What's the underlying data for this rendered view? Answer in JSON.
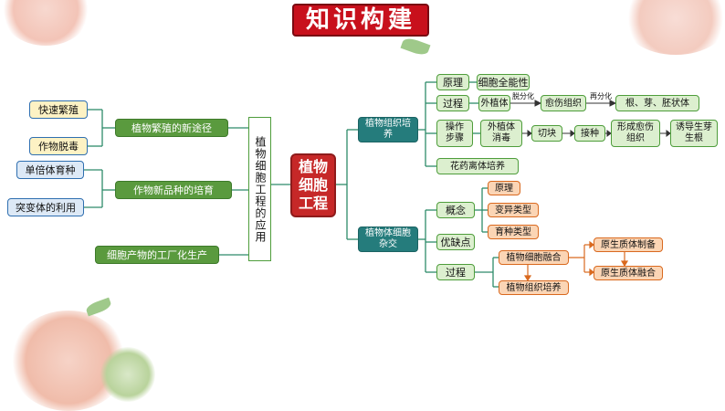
{
  "title": "知识构建",
  "center": "植物细胞工程",
  "app_vertical": "植物细胞工程的应用",
  "left": {
    "propagation": "植物繁殖的新途径",
    "rapid": "快速繁殖",
    "detox": "作物脱毒",
    "breeding": "作物新品种的培育",
    "haploid": "单倍体育种",
    "mutant": "突变体的利用",
    "industrial": "细胞产物的工厂化生产"
  },
  "tissue": {
    "label": "植物组织培养",
    "principle": "原理",
    "principle_val": "细胞全能性",
    "process": "过程",
    "explant": "外植体",
    "dediff": "脱分化",
    "callus": "愈伤组织",
    "rediff": "再分化",
    "organs": "根、芽、胚状体",
    "steps": "操作步骤",
    "sterilize": "外植体消毒",
    "cut": "切块",
    "inoculate": "接种",
    "form_callus": "形成愈伤组织",
    "induce": "诱导生芽生根",
    "anther": "花药离体培养"
  },
  "fusion": {
    "label": "植物体细胞杂交",
    "concept": "概念",
    "c_principle": "原理",
    "c_variation": "变异类型",
    "c_breeding": "育种类型",
    "advantages": "优缺点",
    "process": "过程",
    "cell_fusion": "植物细胞融合",
    "tissue_culture": "植物组织培养",
    "protoplast_prep": "原生质体制备",
    "protoplast_fusion": "原生质体融合"
  }
}
